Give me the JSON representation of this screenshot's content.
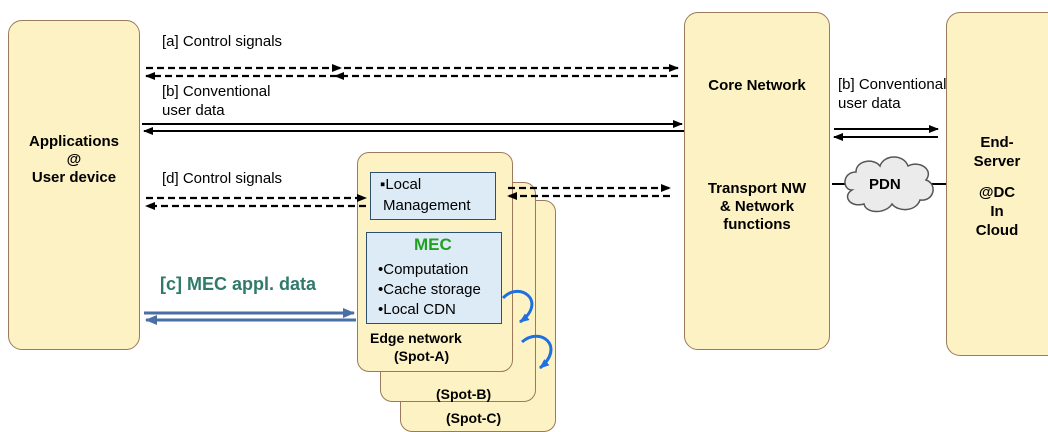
{
  "boxes": {
    "applications": {
      "line1": "Applications",
      "line2": "@",
      "line3": "User device"
    },
    "core": {
      "title": "Core Network",
      "transport1": "Transport NW",
      "transport2": "& Network",
      "transport3": "functions"
    },
    "end_server": {
      "line1": "End-",
      "line2": "Server",
      "line3": "@DC",
      "line4": "In",
      "line5": "Cloud"
    },
    "pdn": "PDN",
    "edge": {
      "local_mgmt1": "▪Local",
      "local_mgmt2": "Management",
      "mec_title": "MEC",
      "mec_items": [
        "•Computation",
        "•Cache storage",
        "•Local CDN"
      ],
      "edge_label": "Edge network",
      "spot_a": "(Spot-A)",
      "spot_b": "(Spot-B)",
      "spot_c": "(Spot-C)"
    }
  },
  "signals": {
    "a": "[a] Control signals",
    "b_left1": "[b] Conventional",
    "b_left2": "user data",
    "b_right1": "[b] Conventional",
    "b_right2": "user data",
    "d": "[d] Control signals",
    "c": "[c] MEC appl. data"
  },
  "colors": {
    "box_fill": "#fdf2c4",
    "box_border": "#9b7a5c",
    "mec_green": "#22a022",
    "mec_data_teal": "#2f7a6b",
    "arrow_blue": "#4a6fa5",
    "curve_blue": "#1e6fe0"
  }
}
